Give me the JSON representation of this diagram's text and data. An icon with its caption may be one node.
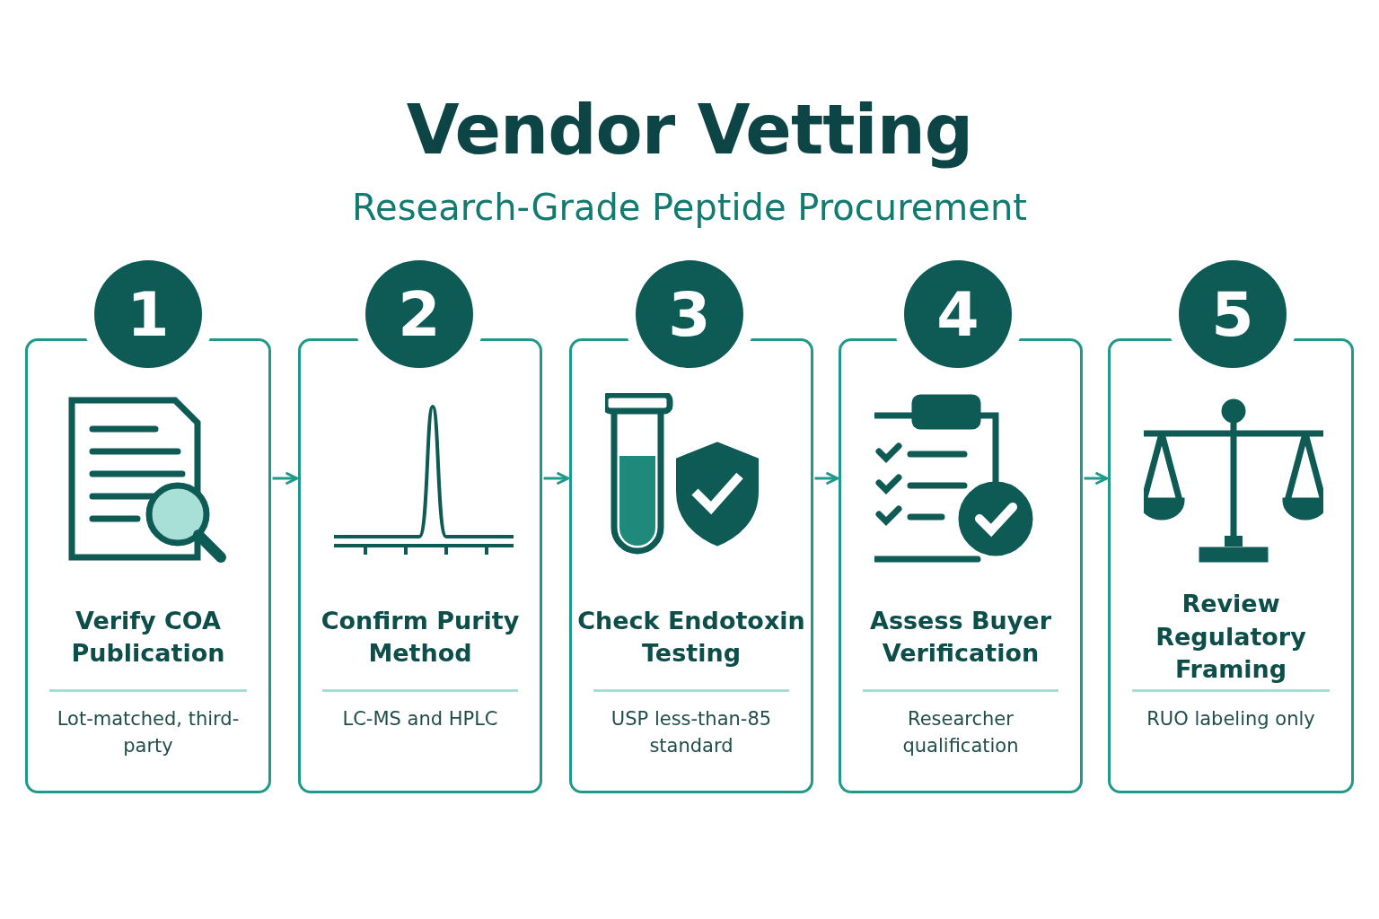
{
  "diagram": {
    "title": "Vendor Vetting",
    "caption": "Research-Grade Peptide Procurement",
    "nodes": [
      {
        "text": [
          "1"
        ]
      },
      {
        "text": [
          "Verify COA Publication",
          "Lot-matched, third-party"
        ]
      },
      {
        "text": [
          "2"
        ]
      },
      {
        "text": [
          "Confirm Purity Method",
          "LC-MS and HPLC"
        ]
      },
      {
        "text": [
          "3"
        ]
      },
      {
        "text": [
          "Check Endotoxin Testing",
          "USP less-than-85 standard"
        ]
      },
      {
        "text": [
          "4"
        ]
      },
      {
        "text": [
          "Assess Buyer Verification",
          "Researcher qualification"
        ]
      },
      {
        "text": [
          "5"
        ]
      },
      {
        "text": [
          "Review Regulatory Framing",
          "RUO labeling only"
        ]
      }
    ],
    "edges": [
      {
        "from": 1,
        "to": 3,
        "arrow": "to"
      },
      {
        "from": 3,
        "to": 5,
        "arrow": "to"
      },
      {
        "from": 5,
        "to": 7,
        "arrow": "to"
      },
      {
        "from": 7,
        "to": 9,
        "arrow": "to"
      }
    ]
  }
}
